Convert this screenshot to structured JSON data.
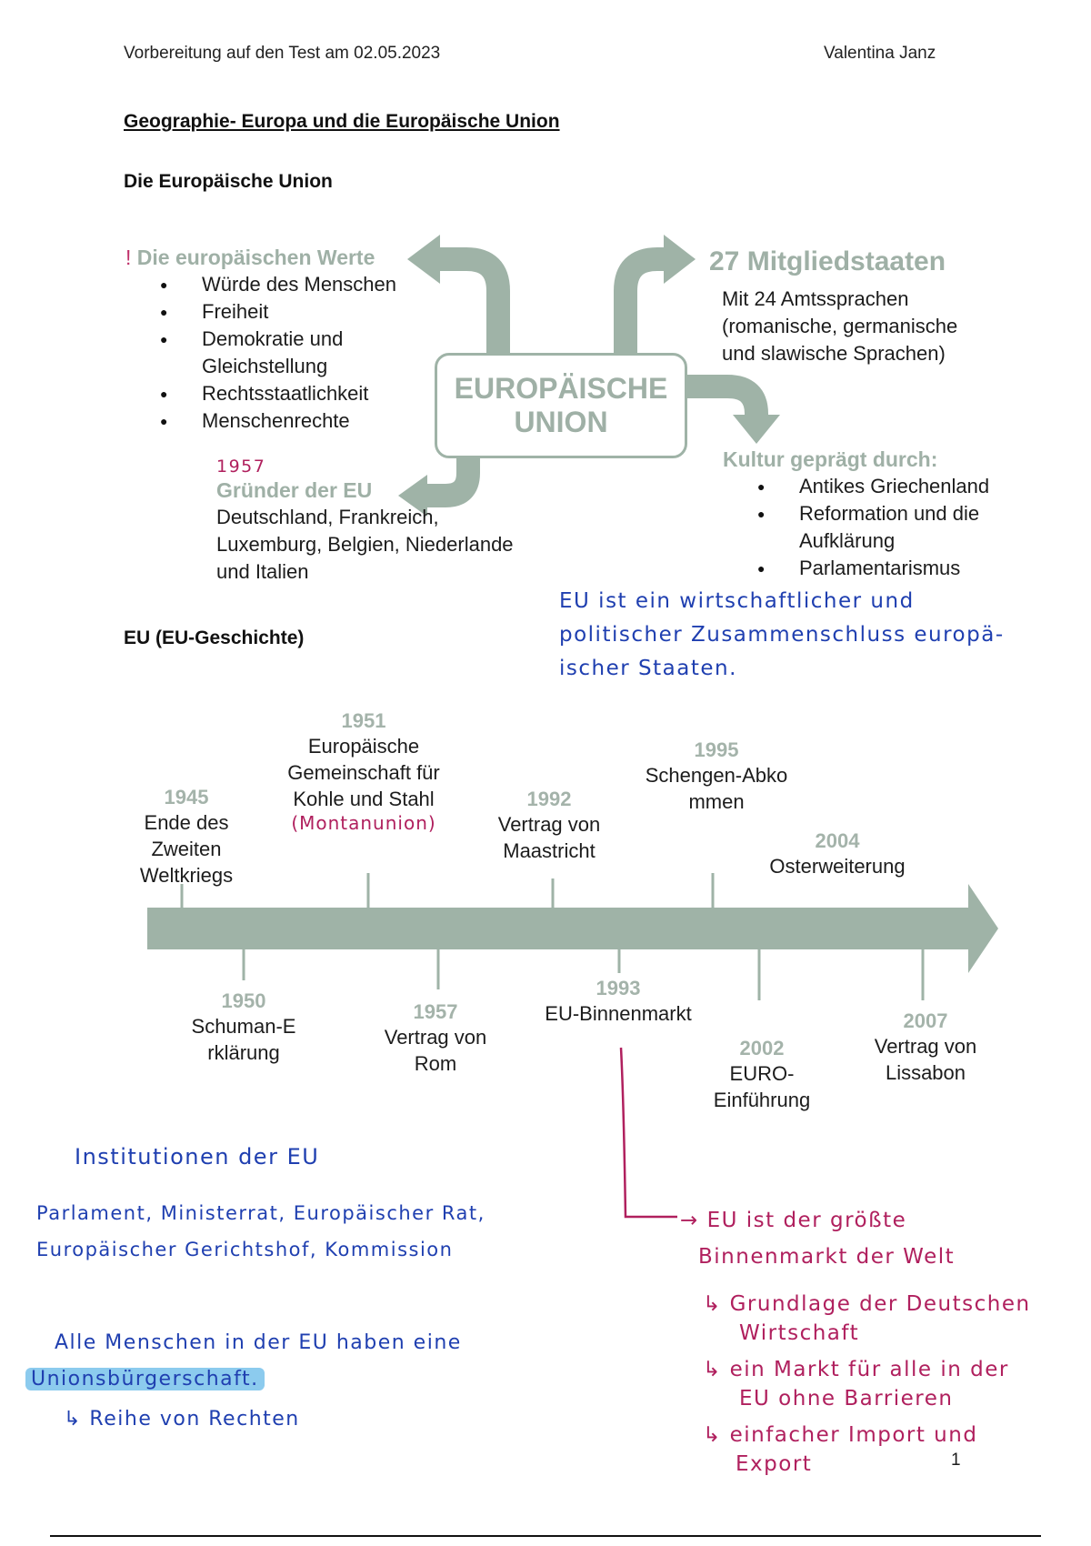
{
  "header": {
    "left": "Vorbereitung auf den Test am 02.05.2023",
    "right": "Valentina Janz"
  },
  "title": "Geographie- Europa und die Europäische Union",
  "section1": {
    "heading": "Die Europäische Union",
    "center_box": [
      "EUROPÄISCHE",
      "UNION"
    ],
    "werte": {
      "marker": "!",
      "heading": "Die europäischen Werte",
      "items": [
        "Würde des Menschen",
        "Freiheit",
        "Demokratie und Gleichstellung",
        "Rechtsstaatlichkeit",
        "Menschenrechte"
      ]
    },
    "mitglieder": {
      "heading": "27 Mitgliedstaaten",
      "lines": [
        "Mit 24 Amtssprachen",
        "(romanische, germanische",
        "und slawische Sprachen)"
      ]
    },
    "gruender": {
      "annotation_year": "1957",
      "heading": "Gründer der EU",
      "lines": [
        "Deutschland, Frankreich,",
        "Luxemburg, Belgien, Niederlande",
        "und Italien"
      ]
    },
    "kultur": {
      "heading": "Kultur geprägt durch:",
      "items": [
        "Antikes Griechenland",
        "Reformation und die Aufklärung",
        "Parlamentarismus"
      ]
    },
    "handwritten_note": [
      "EU ist ein wirtschaftlicher und",
      "politischer Zusammenschluss europä-",
      "ischer Staaten."
    ]
  },
  "section2": {
    "heading": "EU (EU-Geschichte)",
    "timeline": {
      "above": [
        {
          "year": "1945",
          "label": [
            "Ende des",
            "Zweiten",
            "Weltkriegs"
          ]
        },
        {
          "year": "1951",
          "label": [
            "Europäische",
            "Gemeinschaft für",
            "Kohle und Stahl"
          ],
          "annotation": "(Montanunion)"
        },
        {
          "year": "1992",
          "label": [
            "Vertrag von",
            "Maastricht"
          ]
        },
        {
          "year": "1995",
          "label": [
            "Schengen-Abko",
            "mmen"
          ]
        },
        {
          "year": "2004",
          "label": [
            "Osterweiterung"
          ]
        }
      ],
      "below": [
        {
          "year": "1950",
          "label": [
            "Schuman-E",
            "rklärung"
          ]
        },
        {
          "year": "1957",
          "label": [
            "Vertrag von",
            "Rom"
          ]
        },
        {
          "year": "1993",
          "label": [
            "EU-Binnenmarkt"
          ]
        },
        {
          "year": "2002",
          "label": [
            "EURO-",
            "Einführung"
          ]
        },
        {
          "year": "2007",
          "label": [
            "Vertrag von",
            "Lissabon"
          ]
        }
      ]
    }
  },
  "notes": {
    "institutionen": {
      "heading": "Institutionen der EU",
      "lines": [
        "Parlament, Ministerrat, Europäischer Rat,",
        "Europäischer Gerichtshof, Kommission"
      ]
    },
    "buergerschaft": {
      "line1": "Alle Menschen in der EU haben eine",
      "highlighted": "Unionsbürgerschaft.",
      "sub": "↳ Reihe von Rechten"
    },
    "binnenmarkt": {
      "main": [
        "→ EU ist der größte",
        "Binnenmarkt der Welt"
      ],
      "subs": [
        [
          "↳ Grundlage der Deutschen",
          "Wirtschaft"
        ],
        [
          "↳ ein Markt für alle in der",
          "EU ohne Barrieren"
        ],
        [
          "↳ einfacher Import und",
          "Export"
        ]
      ]
    }
  },
  "page_number": "1",
  "colors": {
    "diagram_gray_green": "#9fb3a7",
    "handwriting_blue": "#1f3fb0",
    "handwriting_pink": "#b0205e",
    "highlight": "#8ccbee"
  }
}
